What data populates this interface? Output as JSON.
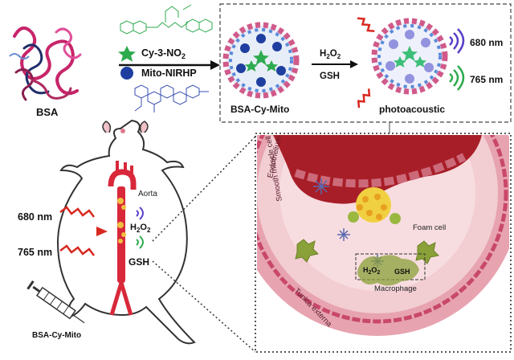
{
  "labels": {
    "bsa": "BSA",
    "cy3": "Cy-3-NO",
    "cy3_sub": "2",
    "mito": "Mito-NIRHP",
    "bsa_cy_mito": "BSA-Cy-Mito",
    "h2o2_top": "H",
    "h2o2_top_sub1": "2",
    "h2o2_top_o": "O",
    "h2o2_top_sub2": "2",
    "gsh_top": "GSH",
    "nm680_top": "680 nm",
    "nm765_top": "765 nm",
    "photoacoustic": "photoacoustic",
    "aorta": "Aorta",
    "nm680_left": "680 nm",
    "nm765_left": "765 nm",
    "h2o2_left": "H",
    "h2o2_left_sub1": "2",
    "h2o2_left_o": "O",
    "h2o2_left_sub2": "2",
    "gsh_left": "GSH",
    "syringe_label": "BSA-Cy-Mito",
    "endothelium": "Endothelium",
    "smooth_muscle": "Smooth muscle cell",
    "tunica": "Tunica externa",
    "foam_cell": "Foam cell",
    "macrophage": "Macrophage",
    "mac_h2o2": "H",
    "mac_h2o2_sub1": "2",
    "mac_h2o2_o": "O",
    "mac_h2o2_sub2": "2",
    "mac_gsh": "GSH"
  },
  "colors": {
    "cy_star": "#2eaa4f",
    "mito_dot": "#1e3fa0",
    "wave_red": "#d82820",
    "wave_purple": "#5a3ec8",
    "wave_green": "#2eaa4f",
    "vessel_pink": "#e7a3b0",
    "lumen_red": "#a81e28",
    "aorta_red": "#d8283a"
  },
  "icons": [
    "star-icon",
    "dot-icon",
    "wave-icon",
    "signal-icon",
    "syringe-icon",
    "arrow-icon"
  ]
}
